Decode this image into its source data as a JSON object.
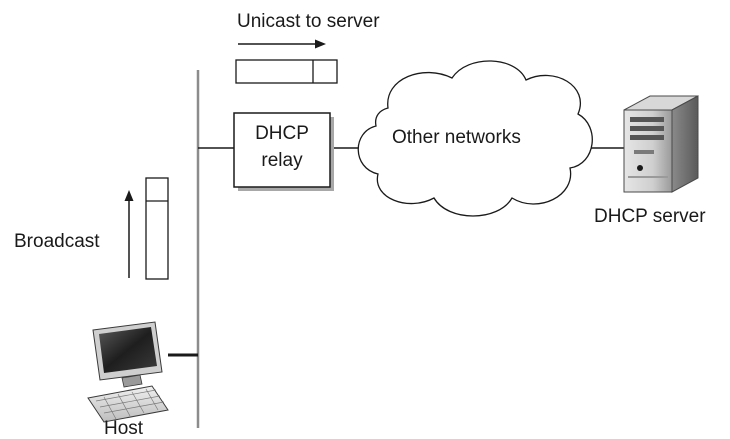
{
  "labels": {
    "unicast": "Unicast to server",
    "relay_line1": "DHCP",
    "relay_line2": "relay",
    "other_networks": "Other networks",
    "dhcp_server": "DHCP server",
    "broadcast": "Broadcast",
    "host": "Host"
  },
  "colors": {
    "line": "#8c8c8c",
    "dark": "#1a1a1a",
    "box_fill": "#ffffff",
    "relay_shadow": "#a8a8a8"
  },
  "icons": {
    "host": "desktop-computer-icon",
    "server": "tower-server-icon",
    "cloud": "cloud-icon"
  }
}
